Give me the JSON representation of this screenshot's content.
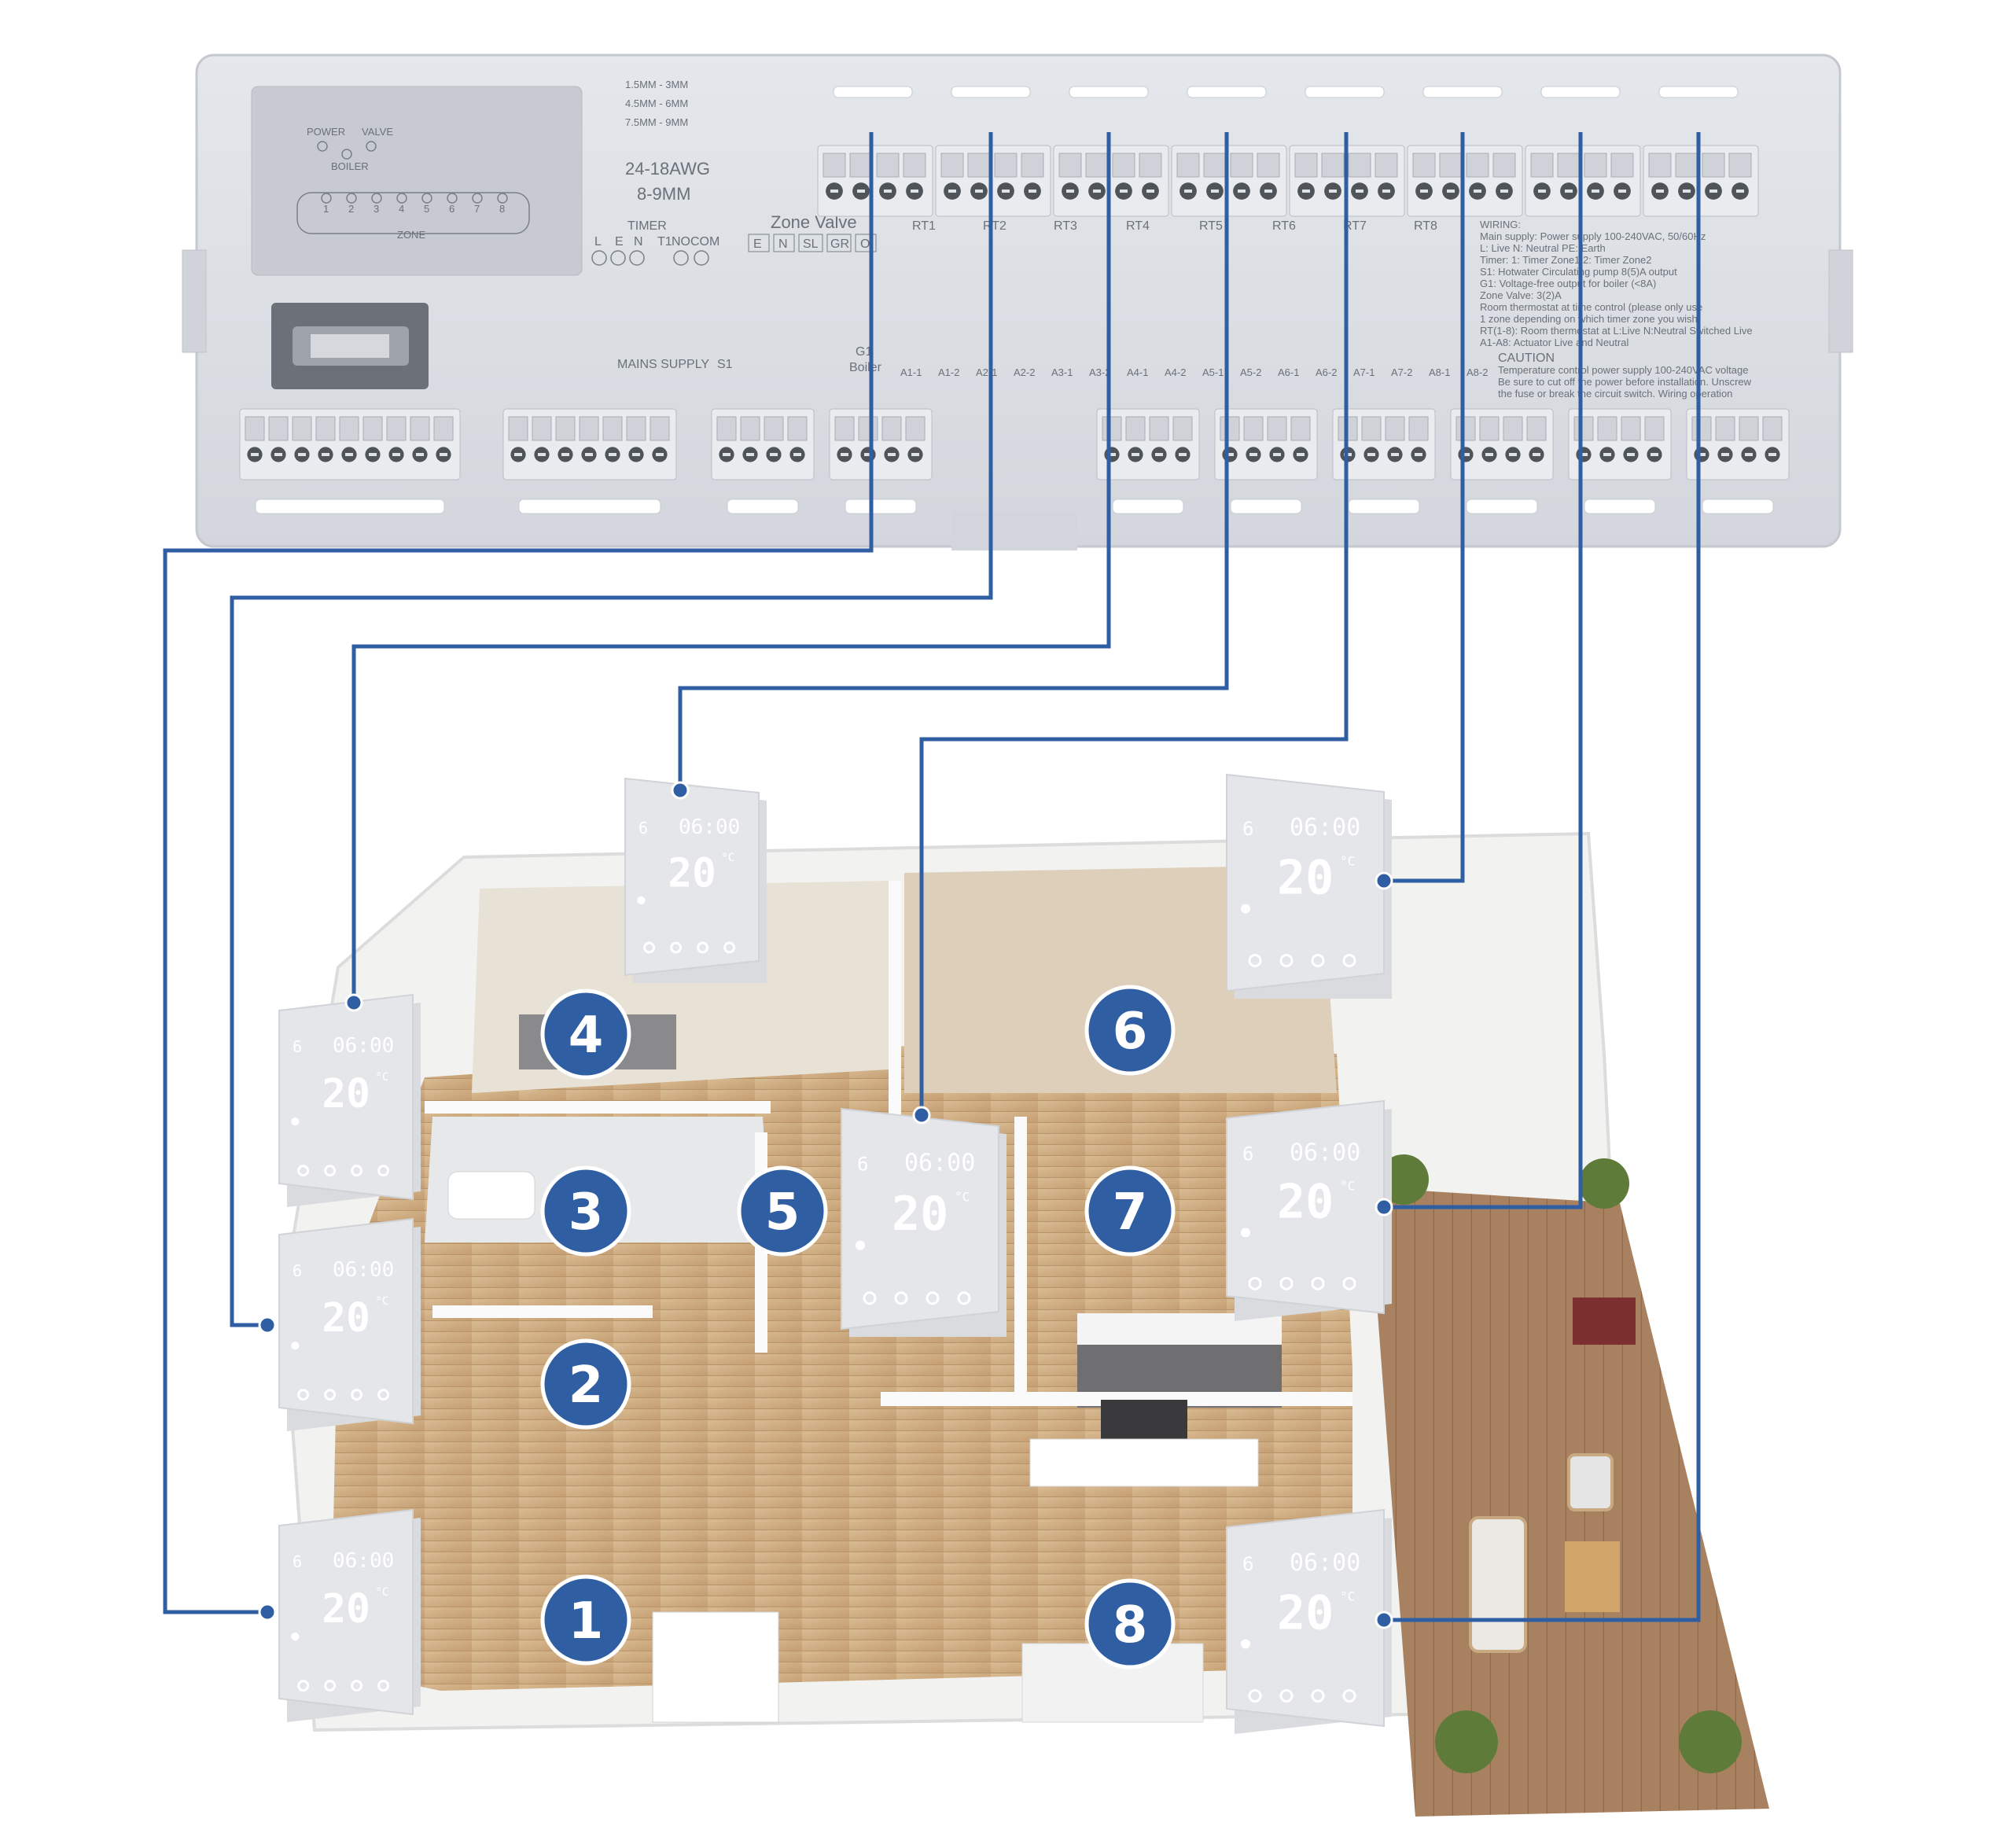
{
  "controller": {
    "indicators": {
      "power": "POWER",
      "valve": "VALVE",
      "boiler": "BOILER",
      "zone": "ZONE",
      "zone_numbers": [
        "1",
        "2",
        "3",
        "4",
        "5",
        "6",
        "7",
        "8"
      ]
    },
    "strip_spec": [
      "1.5MM - 3MM",
      "4.5MM - 6MM",
      "7.5MM - 9MM"
    ],
    "gauge": "24-18AWG",
    "strip_length": "8-9MM",
    "timer": {
      "title": "TIMER",
      "terms": [
        "L",
        "E",
        "N",
        "T1",
        "NO",
        "COM"
      ]
    },
    "zone_valve": {
      "title": "Zone Valve",
      "terms": [
        "E",
        "N",
        "SL",
        "GR",
        "O"
      ]
    },
    "rt_labels": [
      "RT1",
      "RT2",
      "RT3",
      "RT4",
      "RT5",
      "RT6",
      "RT7",
      "RT8"
    ],
    "mains_supply": "MAINS SUPPLY",
    "s1": "S1",
    "boiler": "Boiler",
    "g1": "G1",
    "actuators": [
      "A1-1",
      "A1-2",
      "A2-1",
      "A2-2",
      "A3-1",
      "A3-2",
      "A4-1",
      "A4-2",
      "A5-1",
      "A5-2",
      "A6-1",
      "A6-2",
      "A7-1",
      "A7-2",
      "A8-1",
      "A8-2"
    ],
    "wiring_notes": [
      "WIRING:",
      "Main supply: Power supply 100-240VAC, 50/60Hz",
      "L: Live    N: Neutral    PE: Earth",
      "Timer: 1: Timer Zone1  2: Timer Zone2",
      "S1: Hotwater Circulating pump 8(5)A output",
      "G1: Voltage-free output for boiler (<8A)",
      "Zone Valve: 3(2)A",
      "Room thermostat at time control (please only use",
      "1 zone depending on which timer zone you wish)",
      "RT(1-8): Room thermostat at L:Live N:Neutral Switched Live",
      "A1-A8: Actuator Live and Neutral"
    ],
    "caution": "CAUTION",
    "caution_notes": [
      "Temperature control power supply 100-240VAC voltage",
      "Be sure to cut off the power before installation. Unscrew",
      "the fuse or break the circuit switch. Wiring operation"
    ]
  },
  "thermostat": {
    "time": "06:00",
    "temp": "20",
    "unit": "°C",
    "mode": "6"
  },
  "zones": [
    "1",
    "2",
    "3",
    "4",
    "5",
    "6",
    "7",
    "8"
  ],
  "colors": {
    "wire": "#2f5ea3",
    "badge": "#2f5ea3",
    "panel": "#dcdfe4",
    "floor": "#c9a57b",
    "deck": "#a47c58"
  }
}
